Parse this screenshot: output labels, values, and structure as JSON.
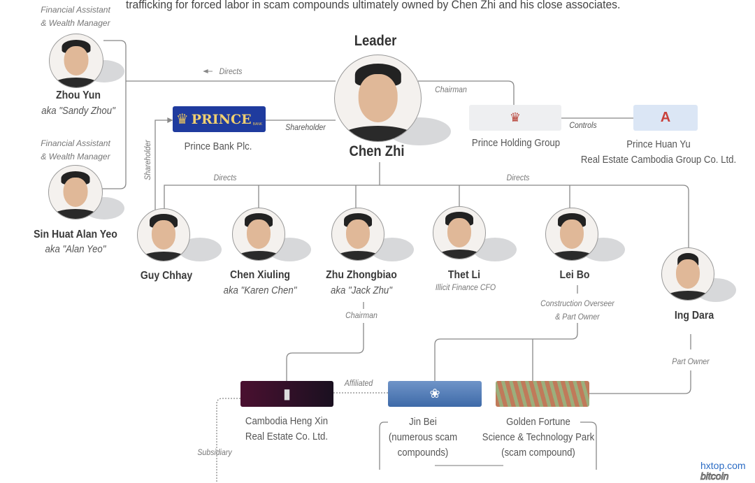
{
  "intro_text": "trafficking for forced labor in scam compounds ultimately owned by Chen Zhi and his close associates.",
  "leader": {
    "title": "Leader",
    "name": "Chen Zhi"
  },
  "people": {
    "zhou_yun": {
      "role1": "Financial Assistant",
      "role2": "& Wealth Manager",
      "name": "Zhou Yun",
      "aka": "aka \"Sandy Zhou\""
    },
    "sin_huat": {
      "role1": "Financial Assistant",
      "role2": "& Wealth Manager",
      "name": "Sin Huat Alan Yeo",
      "aka": "aka \"Alan Yeo\""
    },
    "guy_chhay": {
      "name": "Guy Chhay"
    },
    "chen_xiuling": {
      "name": "Chen Xiuling",
      "aka": "aka \"Karen Chen\""
    },
    "zhu_zhongbiao": {
      "name": "Zhu Zhongbiao",
      "aka": "aka \"Jack Zhu\"",
      "relation": "Chairman"
    },
    "thet_li": {
      "name": "Thet Li",
      "role": "Illicit Finance CFO"
    },
    "lei_bo": {
      "name": "Lei Bo",
      "role1": "Construction Overseer",
      "role2": "& Part Owner"
    },
    "ing_dara": {
      "name": "Ing Dara",
      "relation": "Part Owner"
    }
  },
  "orgs": {
    "prince_bank": {
      "name": "Prince Bank Plc.",
      "logo_text": "PRINCE",
      "logo_sub": "BANK"
    },
    "prince_holding": {
      "name": "Prince Holding Group"
    },
    "huan_yu": {
      "name1": "Prince Huan Yu",
      "name2": "Real Estate Cambodia Group Co. Ltd."
    },
    "heng_xin": {
      "name1": "Cambodia Heng Xin",
      "name2": "Real Estate Co. Ltd."
    },
    "jin_bei": {
      "name1": "Jin Bei",
      "name2": "(numerous scam",
      "name3": "compounds)"
    },
    "golden_fortune": {
      "name1": "Golden Fortune",
      "name2": "Science & Technology Park",
      "name3": "(scam compound)"
    }
  },
  "edges": {
    "directs_left": "Directs",
    "directs_a": "Directs",
    "directs_b": "Directs",
    "shareholder": "Shareholder",
    "shareholder_vertical": "Shareholder",
    "chairman": "Chairman",
    "controls": "Controls",
    "affiliated": "Affiliated",
    "subsidiary": "Subsidiary"
  },
  "watermark": {
    "line1": "hxtop.com",
    "line2": "bitcoin"
  }
}
